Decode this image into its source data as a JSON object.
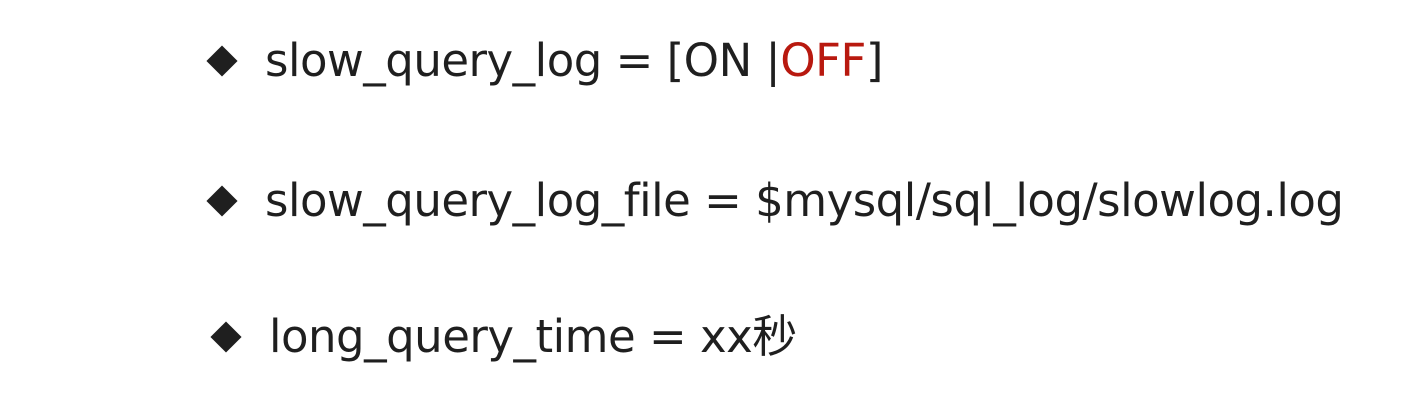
{
  "items": [
    {
      "icon": "diamond-bullet-icon",
      "prefix": "slow_query_log = [ON | ",
      "highlight": "OFF",
      "suffix": " ]",
      "accent_color": "#b8190f"
    },
    {
      "icon": "diamond-bullet-icon",
      "text": "slow_query_log_file = $mysql/sql_log/slowlog.log"
    },
    {
      "icon": "diamond-bullet-icon",
      "text": "long_query_time = xx秒"
    }
  ]
}
